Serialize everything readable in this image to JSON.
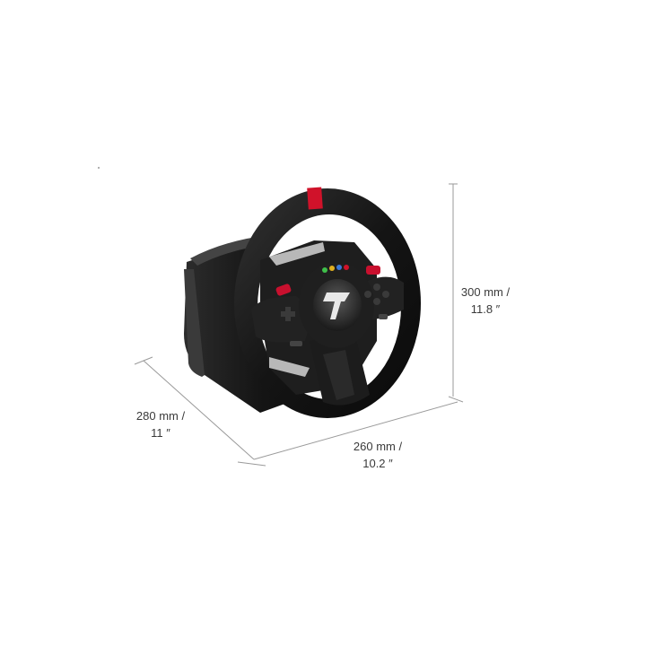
{
  "dimensions": {
    "height": {
      "line1": "300 mm /",
      "line2": "11.8 ″"
    },
    "depth": {
      "line1": "280 mm /",
      "line2": "11 ″"
    },
    "width": {
      "line1": "260 mm /",
      "line2": "10.2 ″"
    }
  },
  "colors": {
    "background": "#ffffff",
    "wheel_body": "#161616",
    "accent_red": "#d0122a",
    "dimension_line": "#9a9a9a"
  }
}
